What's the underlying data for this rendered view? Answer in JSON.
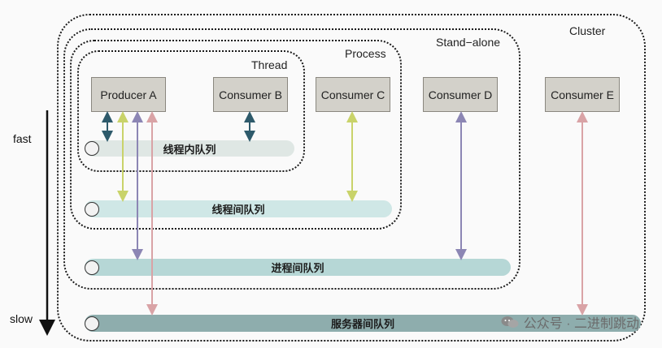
{
  "scopes": {
    "cluster": "Cluster",
    "standalone": "Stand−alone",
    "process": "Process",
    "thread": "Thread"
  },
  "components": {
    "producer_a": "Producer A",
    "consumer_b": "Consumer B",
    "consumer_c": "Consumer C",
    "consumer_d": "Consumer D",
    "consumer_e": "Consumer E"
  },
  "queues": {
    "in_thread": "线程内队列",
    "inter_thread": "线程间队列",
    "inter_process": "进程间队列",
    "inter_server": "服务器间队列"
  },
  "speed_axis": {
    "fast": "fast",
    "slow": "slow"
  },
  "watermark": "公众号 · 二进制跳动",
  "colors": {
    "thread_arrow": "#2e5a6b",
    "inter_thread_arrow": "#c9d36a",
    "inter_process_arrow": "#8c86b4",
    "inter_server_arrow": "#d9a3a6",
    "queue_in_thread": "#dfe7e4",
    "queue_inter_thread": "#cfe7e6",
    "queue_inter_process": "#b6d7d6",
    "queue_inter_server": "#8eadad"
  }
}
